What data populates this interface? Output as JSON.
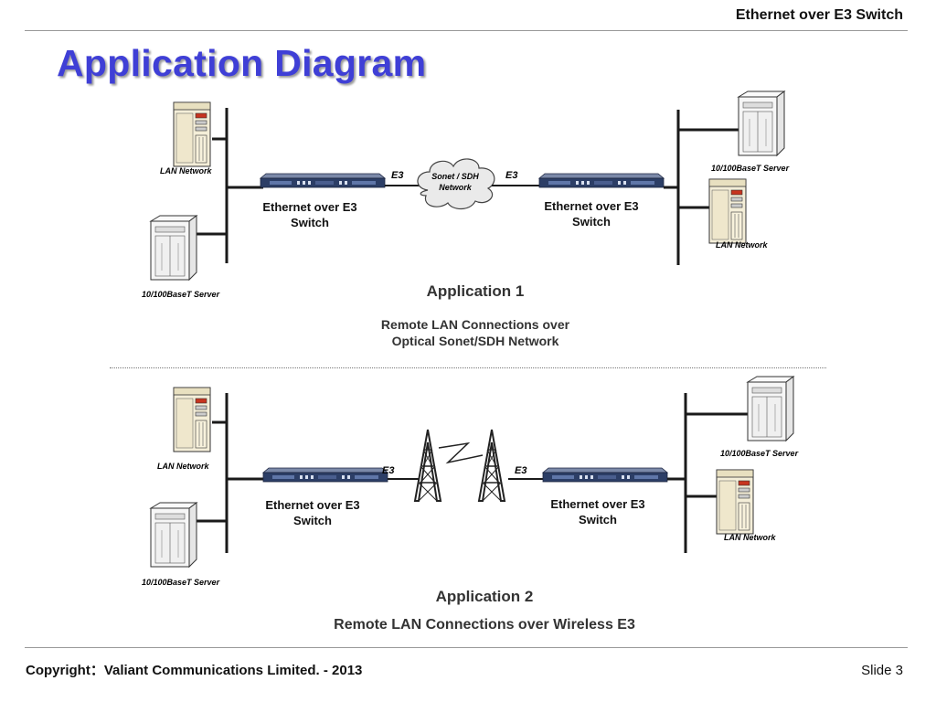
{
  "header": {
    "right_title": "Ethernet over E3 Switch"
  },
  "page_title": "Application Diagram",
  "app1": {
    "left_top_label": "LAN Network",
    "left_bottom_label": "10/100BaseT Server",
    "right_top_label": "10/100BaseT Server",
    "right_bottom_label": "LAN Network",
    "link_left": "E3",
    "link_right": "E3",
    "cloud_line1": "Sonet / SDH",
    "cloud_line2": "Network",
    "switch_left_line1": "Ethernet over E3",
    "switch_left_line2": "Switch",
    "switch_right_line1": "Ethernet over E3",
    "switch_right_line2": "Switch",
    "title": "Application 1",
    "desc_line1": "Remote LAN Connections over",
    "desc_line2": "Optical Sonet/SDH Network"
  },
  "app2": {
    "left_top_label": "LAN Network",
    "left_bottom_label": "10/100BaseT Server",
    "right_top_label": "10/100BaseT Server",
    "right_bottom_label": "LAN Network",
    "link_left": "E3",
    "link_right": "E3",
    "switch_left_line1": "Ethernet over E3",
    "switch_left_line2": "Switch",
    "switch_right_line1": "Ethernet over E3",
    "switch_right_line2": "Switch",
    "title": "Application 2",
    "desc": "Remote LAN Connections over Wireless E3"
  },
  "footer": {
    "copyright": "Copyright：Valiant Communications Limited. - 2013",
    "slide_label": "Slide",
    "slide_number": "3"
  },
  "colors": {
    "title": "#3f3fd6",
    "line": "#1a1a1a",
    "device": "#2c3e66"
  }
}
